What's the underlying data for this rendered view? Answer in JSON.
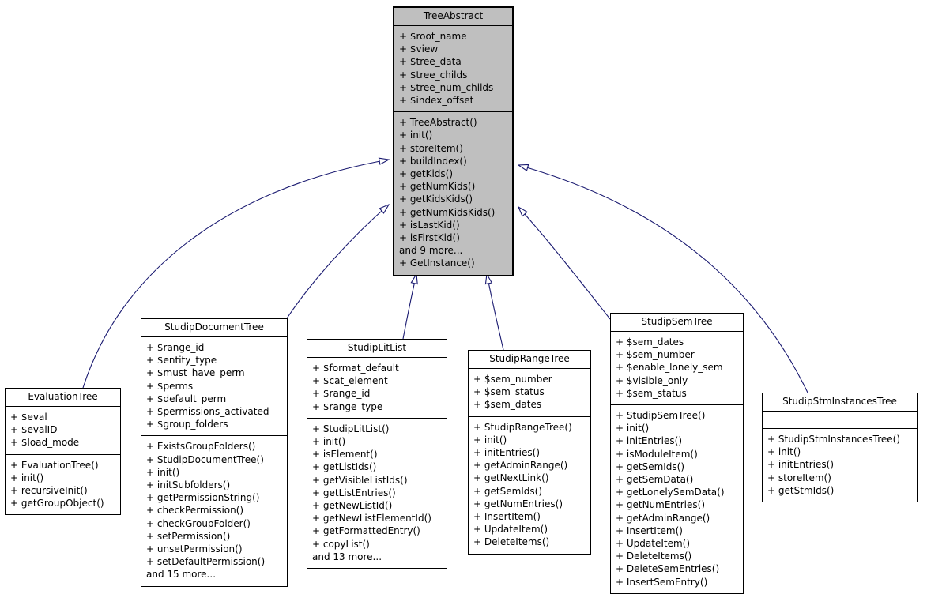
{
  "colors": {
    "arrow": "#191970",
    "highlight_fill": "#bfbfbf",
    "box_fill": "#ffffff",
    "border": "#000000"
  },
  "classes": [
    {
      "name": "TreeAbstract",
      "attributes": [
        "+ $root_name",
        "+ $view",
        "+ $tree_data",
        "+ $tree_childs",
        "+ $tree_num_childs",
        "+ $index_offset"
      ],
      "methods": [
        "+ TreeAbstract()",
        "+ init()",
        "+ storeItem()",
        "+ buildIndex()",
        "+ getKids()",
        "+ getNumKids()",
        "+ getKidsKids()",
        "+ getNumKidsKids()",
        "+ isLastKid()",
        "+ isFirstKid()",
        "and 9 more...",
        "+ GetInstance()"
      ]
    },
    {
      "name": "EvaluationTree",
      "attributes": [
        "+ $eval",
        "+ $evalID",
        "+ $load_mode"
      ],
      "methods": [
        "+ EvaluationTree()",
        "+ init()",
        "+ recursiveInit()",
        "+ getGroupObject()"
      ]
    },
    {
      "name": "StudipDocumentTree",
      "attributes": [
        "+ $range_id",
        "+ $entity_type",
        "+ $must_have_perm",
        "+ $perms",
        "+ $default_perm",
        "+ $permissions_activated",
        "+ $group_folders"
      ],
      "methods": [
        "+ ExistsGroupFolders()",
        "+ StudipDocumentTree()",
        "+ init()",
        "+ initSubfolders()",
        "+ getPermissionString()",
        "+ checkPermission()",
        "+ checkGroupFolder()",
        "+ setPermission()",
        "+ unsetPermission()",
        "+ setDefaultPermission()",
        "and 15 more..."
      ]
    },
    {
      "name": "StudipLitList",
      "attributes": [
        "+ $format_default",
        "+ $cat_element",
        "+ $range_id",
        "+ $range_type"
      ],
      "methods": [
        "+ StudipLitList()",
        "+ init()",
        "+ isElement()",
        "+ getListIds()",
        "+ getVisibleListIds()",
        "+ getListEntries()",
        "+ getNewListId()",
        "+ getNewListElementId()",
        "+ getFormattedEntry()",
        "+ copyList()",
        "and 13 more..."
      ]
    },
    {
      "name": "StudipRangeTree",
      "attributes": [
        "+ $sem_number",
        "+ $sem_status",
        "+ $sem_dates"
      ],
      "methods": [
        "+ StudipRangeTree()",
        "+ init()",
        "+ initEntries()",
        "+ getAdminRange()",
        "+ getNextLink()",
        "+ getSemIds()",
        "+ getNumEntries()",
        "+ InsertItem()",
        "+ UpdateItem()",
        "+ DeleteItems()"
      ]
    },
    {
      "name": "StudipSemTree",
      "attributes": [
        "+ $sem_dates",
        "+ $sem_number",
        "+ $enable_lonely_sem",
        "+ $visible_only",
        "+ $sem_status"
      ],
      "methods": [
        "+ StudipSemTree()",
        "+ init()",
        "+ initEntries()",
        "+ isModuleItem()",
        "+ getSemIds()",
        "+ getSemData()",
        "+ getLonelySemData()",
        "+ getNumEntries()",
        "+ getAdminRange()",
        "+ InsertItem()",
        "+ UpdateItem()",
        "+ DeleteItems()",
        "+ DeleteSemEntries()",
        "+ InsertSemEntry()"
      ]
    },
    {
      "name": "StudipStmInstancesTree",
      "attributes": [],
      "methods": [
        "+ StudipStmInstancesTree()",
        "+ init()",
        "+ initEntries()",
        "+ storeItem()",
        "+ getStmIds()"
      ]
    }
  ],
  "inheritance": [
    {
      "from": "EvaluationTree",
      "to": "TreeAbstract"
    },
    {
      "from": "StudipDocumentTree",
      "to": "TreeAbstract"
    },
    {
      "from": "StudipLitList",
      "to": "TreeAbstract"
    },
    {
      "from": "StudipRangeTree",
      "to": "TreeAbstract"
    },
    {
      "from": "StudipSemTree",
      "to": "TreeAbstract"
    },
    {
      "from": "StudipStmInstancesTree",
      "to": "TreeAbstract"
    }
  ]
}
